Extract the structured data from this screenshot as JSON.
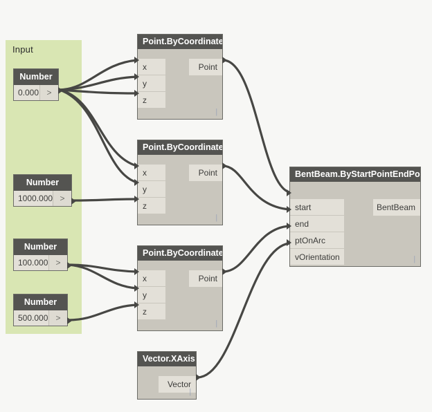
{
  "app": {
    "canvas_background": "#f7f7f5",
    "wire_color": "#474744",
    "node_header_color": "#545451",
    "node_body_color": "#c9c6bd",
    "port_color": "#e3e0d8",
    "group_color": "#d9e6b3"
  },
  "group": {
    "title": "Input"
  },
  "number_nodes": [
    {
      "title": "Number",
      "value": "0.000",
      "caret": ">"
    },
    {
      "title": "Number",
      "value": "1000.000",
      "caret": ">"
    },
    {
      "title": "Number",
      "value": "100.000",
      "caret": ">"
    },
    {
      "title": "Number",
      "value": "500.000",
      "caret": ">"
    }
  ],
  "point_nodes": [
    {
      "title": "Point.ByCoordinates",
      "inputs": [
        "x",
        "y",
        "z"
      ],
      "output": "Point",
      "flag": "|"
    },
    {
      "title": "Point.ByCoordinates",
      "inputs": [
        "x",
        "y",
        "z"
      ],
      "output": "Point",
      "flag": "|"
    },
    {
      "title": "Point.ByCoordinates",
      "inputs": [
        "x",
        "y",
        "z"
      ],
      "output": "Point",
      "flag": "|"
    }
  ],
  "vector_node": {
    "title": "Vector.XAxis",
    "output": "Vector",
    "flag": "|"
  },
  "bentbeam_node": {
    "title": "BentBeam.ByStartPointEndPoint",
    "inputs": [
      "start",
      "end",
      "ptOnArc",
      "vOrientation"
    ],
    "output": "BentBeam",
    "flag": "|"
  }
}
